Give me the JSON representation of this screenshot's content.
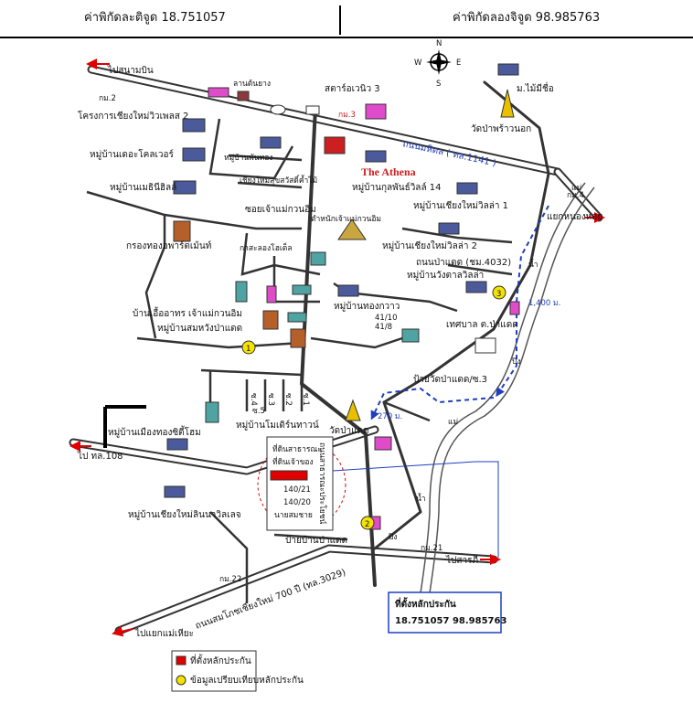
{
  "header": {
    "lat_label": "ค่าพิกัดละติจูด 18.751057",
    "lon_label": "ค่าพิกัดลองจิจูด 98.985763"
  },
  "compass": {
    "n": "N",
    "s": "S",
    "e": "E",
    "w": "W"
  },
  "labels": {
    "to_airport": "ไปสนามบิน",
    "km2": "กม.2",
    "lan_ton_yang": "ลานต้นยาง",
    "star_avenue": "สตาร์อเวนิว 3",
    "km3": "กม.3",
    "mae_jo_village": "ม.ไม้มีชื่อ",
    "wat_pa_phrao": "วัดป่าพร้าวนอก",
    "vivi_place": "โครงการเชียงใหม่วิวเพลส 2",
    "the_colour": "หมู่บ้านเดอะโคลเวอร์",
    "ban_phan_thong": "หมู่บ้านพันทอง",
    "metni_hill": "หมู่บ้านเมธินีฮิลล์",
    "sangkrom_school": "เชียงใหม่สุขสวัสดิ์ค้ำไม้",
    "the_athena": "The Athena",
    "mahidol_road": "ถนนมหิดล ( ทล.1141 )",
    "kunphan": "หมู่บ้านกุลพันธ์วิลล์ 14",
    "km4": "กม.4",
    "nong_hoi_junction": "แยกหนองหอย",
    "mae_nam": "แม่",
    "chiangmai_villa1": "หมู่บ้านเชียงใหม่วิลล่า 1",
    "soi_chao_mae": "ซอยเจ้าแม่กวนอิม",
    "shrine_guanyin": "ตำหนักเจ้าแม่กวนอิม",
    "chiangmai_villa2": "หมู่บ้านเชียงใหม่วิลล่า 2",
    "apartment_grong": "กรองทองอพาร์ตเม้นท์",
    "hotel_label": "กาสะลองโฮเต็ล",
    "padaed_road": "ถนนป่าแดด (ชม.4032)",
    "wangtan_villa": "หมู่บ้านวังตาลวิลล่า",
    "nam": "น้ำ",
    "dist_1400": "1,400 ม.",
    "thongkwao": "หมู่บ้านทองกวาว",
    "guanyin_eatery": "บ้านเอื้ออาทร เจ้าแม่กวนอิม",
    "samwang": "หมู่บ้านสมหวังป่าแดด",
    "soi_41_10": "41/10",
    "soi_41_8": "41/8",
    "tessaban": "เทศบาล ต.ป่าแดด",
    "ping": "ปิง",
    "sign_padaed": "ป้ายวัดป่าแดด/ซ.3",
    "s4": "ซ.4",
    "s3": "ซ.3",
    "s2": "ซ.2",
    "s1": "ซ.1",
    "s5": "ซ.5",
    "modern_town": "หมู่บ้านโมเดิร์นทาวน์",
    "dist_270": "270 ม.",
    "wat_padaed": "วัดป่าแดด",
    "muang_thong": "หมู่บ้านเมืองทองซิตี้โฮม",
    "to_108": "ไป ทล.108",
    "mae_nam2": "แม่",
    "plot_road": "ถนนสาธารณะประโยชน์",
    "plot1": "ที่ดินสาธารณะ",
    "plot2": "ที่ดินเจ้าของ",
    "plot3": "140/21",
    "plot4": "140/20",
    "plot5": "นายสมชาย",
    "nanthawan": "หมู่บ้านเชียงใหม่ลินนาวิลเลจ",
    "nam2": "น้ำ",
    "sign_ban_padaed": "ป้ายบ้านป่าแดด",
    "ping2": "ปิง",
    "km21": "กม.21",
    "to_sarapee": "ไปสารภี",
    "km22": "กม.22",
    "ring_road": "ถนนสมโภชเชียงใหม่ 700 ปี (ทล.3029)",
    "to_mae_hia": "ไปแยกแม่เหียะ",
    "marker1": "1",
    "marker2": "2",
    "marker3": "3"
  },
  "callout": {
    "title": "ที่ตั้งหลักประกัน",
    "coords": "18.751057 98.985763"
  },
  "legend": {
    "red_label": "ที่ตั้งหลักประกัน",
    "yellow_label": "ข้อมูลเปรียบเทียบหลักประกัน"
  },
  "colors": {
    "road": "#333333",
    "accent_blue": "#1f3fbf",
    "collateral_red": "#e00000",
    "compare_yellow": "#f4e200",
    "building_pink": "#e04bc9",
    "building_teal": "#4fa3a3",
    "building_brown": "#b5602a",
    "athena_red": "#cc2020"
  }
}
